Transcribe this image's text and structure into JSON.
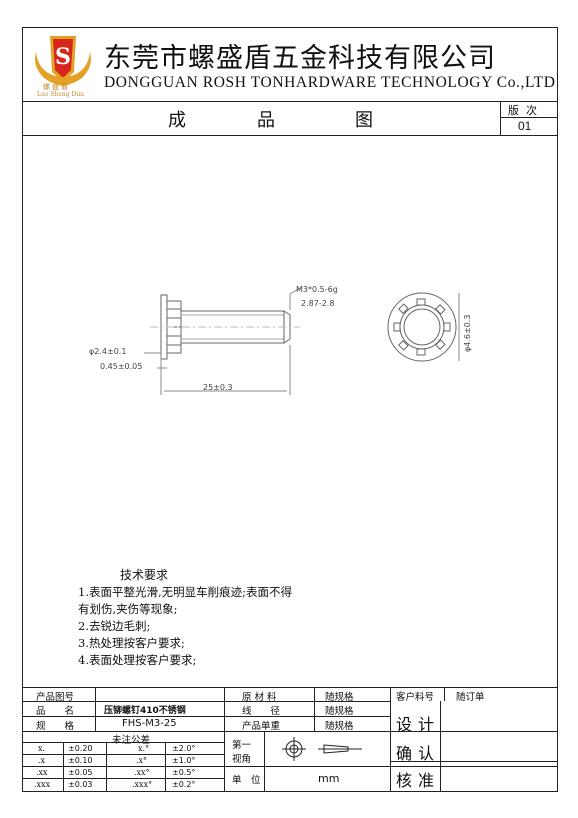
{
  "company": {
    "name_cn": "东莞市螺盛盾五金科技有限公司",
    "name_en": "DONGGUAN ROSH TONHARDWARE TECHNOLOGY Co.,LTD",
    "logo": {
      "letter": "S",
      "brand_cn": "螺盛盾",
      "brand_en": "Luo Sheng Dun",
      "colors": {
        "red": "#d8261c",
        "gold": "#e3a126"
      }
    }
  },
  "header": {
    "title_chars": [
      "成",
      "品",
      "图"
    ],
    "version_label": "版  次",
    "version_value": "01"
  },
  "drawing": {
    "thread_spec": "M3*0.5-6g",
    "thread_dia": "2.87-2.8",
    "head_dia": "φ2.4±0.1",
    "head_thick": "0.45±0.05",
    "length": "25±0.3",
    "outer_dia": "φ4.6±0.3"
  },
  "notes": {
    "title": "技术要求",
    "lines": [
      "1.表面平整光滑,无明显车削痕迹;表面不得",
      "有划伤,夹伤等现象;",
      "2.去锐边毛刺;",
      "3.热处理按客户要求;",
      "4.表面处理按客户要求;"
    ]
  },
  "titleblock": {
    "product_no_label": "产品图号",
    "product_name_label": "品　　名",
    "product_name": "压铆螺钉410不锈钢",
    "spec_label": "规　　格",
    "spec": "FHS-M3-25",
    "material_label": "原 材 料",
    "material": "随规格",
    "wire_label": "线　　径",
    "wire": "随规格",
    "weight_label": "产品单重",
    "weight": "随规格",
    "customer_no_label": "客户料号",
    "customer_no": "随订单",
    "design_label": "设计",
    "confirm_label": "确认",
    "approve_label": "核准",
    "tolerance_title": "未注公差",
    "tolerance_rows": [
      {
        "k1": "x.",
        "v1": "±0.20",
        "k2": "x.°",
        "v2": "±2.0°"
      },
      {
        "k1": ".x",
        "v1": "±0.10",
        "k2": ".x°",
        "v2": "±1.0°"
      },
      {
        "k1": ".xx",
        "v1": "±0.05",
        "k2": ".xx°",
        "v2": "±0.5°"
      },
      {
        "k1": ".xxx",
        "v1": "±0.03",
        "k2": ".xxx°",
        "v2": "±0.2°"
      }
    ],
    "view_label_1": "第一",
    "view_label_2": "视角",
    "unit_label": "单　位",
    "unit": "mm"
  }
}
